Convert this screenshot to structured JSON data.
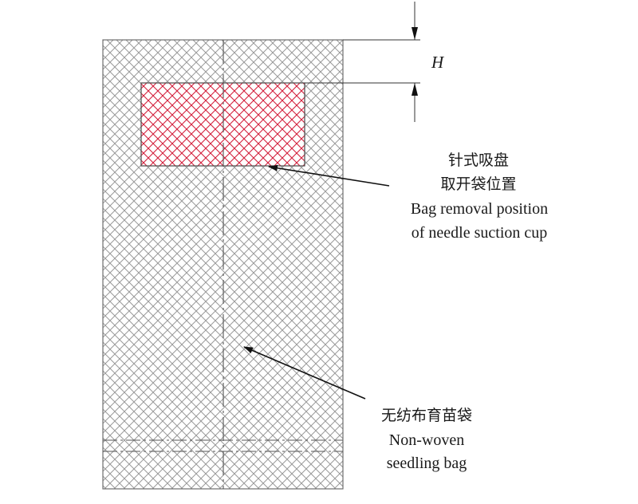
{
  "dimension": {
    "label": "H"
  },
  "callouts": {
    "suction_cup": {
      "cn_line1": "针式吸盘",
      "cn_line2": "取开袋位置",
      "en_line1": "Bag removal position",
      "en_line2": "of needle suction cup"
    },
    "bag": {
      "cn": "无纺布育苗袋",
      "en_line1": "Non-woven",
      "en_line2": "seedling bag"
    }
  },
  "colors": {
    "bag_hatch": "#9a9a9a",
    "suction_hatch": "#d3203c",
    "outline": "#6e6e6e",
    "leader": "#111111",
    "dim_line": "#333333"
  }
}
